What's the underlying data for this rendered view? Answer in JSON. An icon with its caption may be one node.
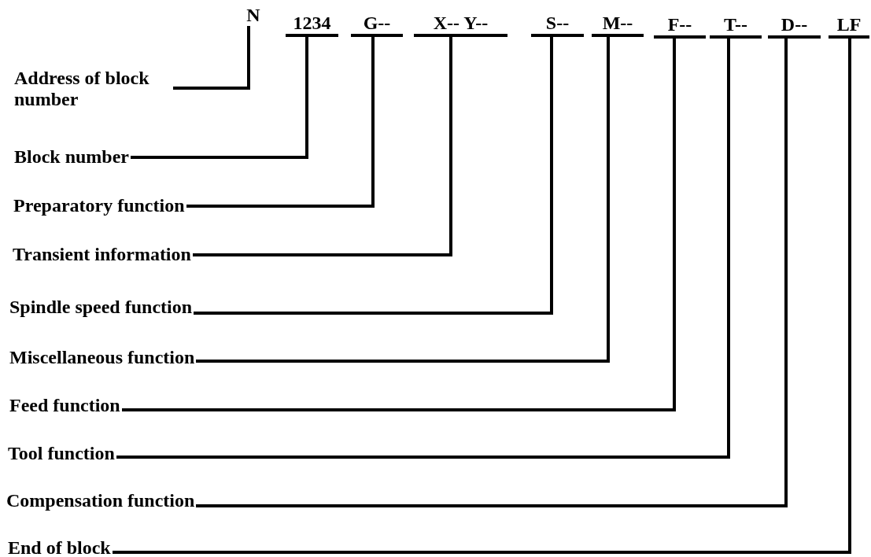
{
  "diagram": {
    "nodes": [
      {
        "text": [
          "N"
        ]
      },
      {
        "text": [
          "1234"
        ]
      },
      {
        "text": [
          "G--"
        ]
      },
      {
        "text": [
          "X-- Y--"
        ]
      },
      {
        "text": [
          "S--"
        ]
      },
      {
        "text": [
          "M--"
        ]
      },
      {
        "text": [
          "F--"
        ]
      },
      {
        "text": [
          "T--"
        ]
      },
      {
        "text": [
          "D--"
        ]
      },
      {
        "text": [
          "LF"
        ]
      },
      {
        "text": [
          "Address of block number"
        ]
      },
      {
        "text": [
          "Block number"
        ]
      },
      {
        "text": [
          "Preparatory function"
        ]
      },
      {
        "text": [
          "Transient information"
        ]
      },
      {
        "text": [
          "Spindle speed function"
        ]
      },
      {
        "text": [
          "Miscellaneous function"
        ]
      },
      {
        "text": [
          "Feed function"
        ]
      },
      {
        "text": [
          "Tool function"
        ]
      },
      {
        "text": [
          "Compensation function"
        ]
      },
      {
        "text": [
          "End of block"
        ]
      }
    ],
    "edges": [
      {
        "from": 10,
        "to": 0,
        "arrow": "none"
      },
      {
        "from": 11,
        "to": 1,
        "arrow": "none"
      },
      {
        "from": 12,
        "to": 2,
        "arrow": "none"
      },
      {
        "from": 13,
        "to": 3,
        "arrow": "none"
      },
      {
        "from": 14,
        "to": 4,
        "arrow": "none"
      },
      {
        "from": 15,
        "to": 5,
        "arrow": "none"
      },
      {
        "from": 16,
        "to": 6,
        "arrow": "none"
      },
      {
        "from": 17,
        "to": 7,
        "arrow": "none"
      },
      {
        "from": 18,
        "to": 8,
        "arrow": "none"
      },
      {
        "from": 19,
        "to": 9,
        "arrow": "none"
      }
    ]
  }
}
